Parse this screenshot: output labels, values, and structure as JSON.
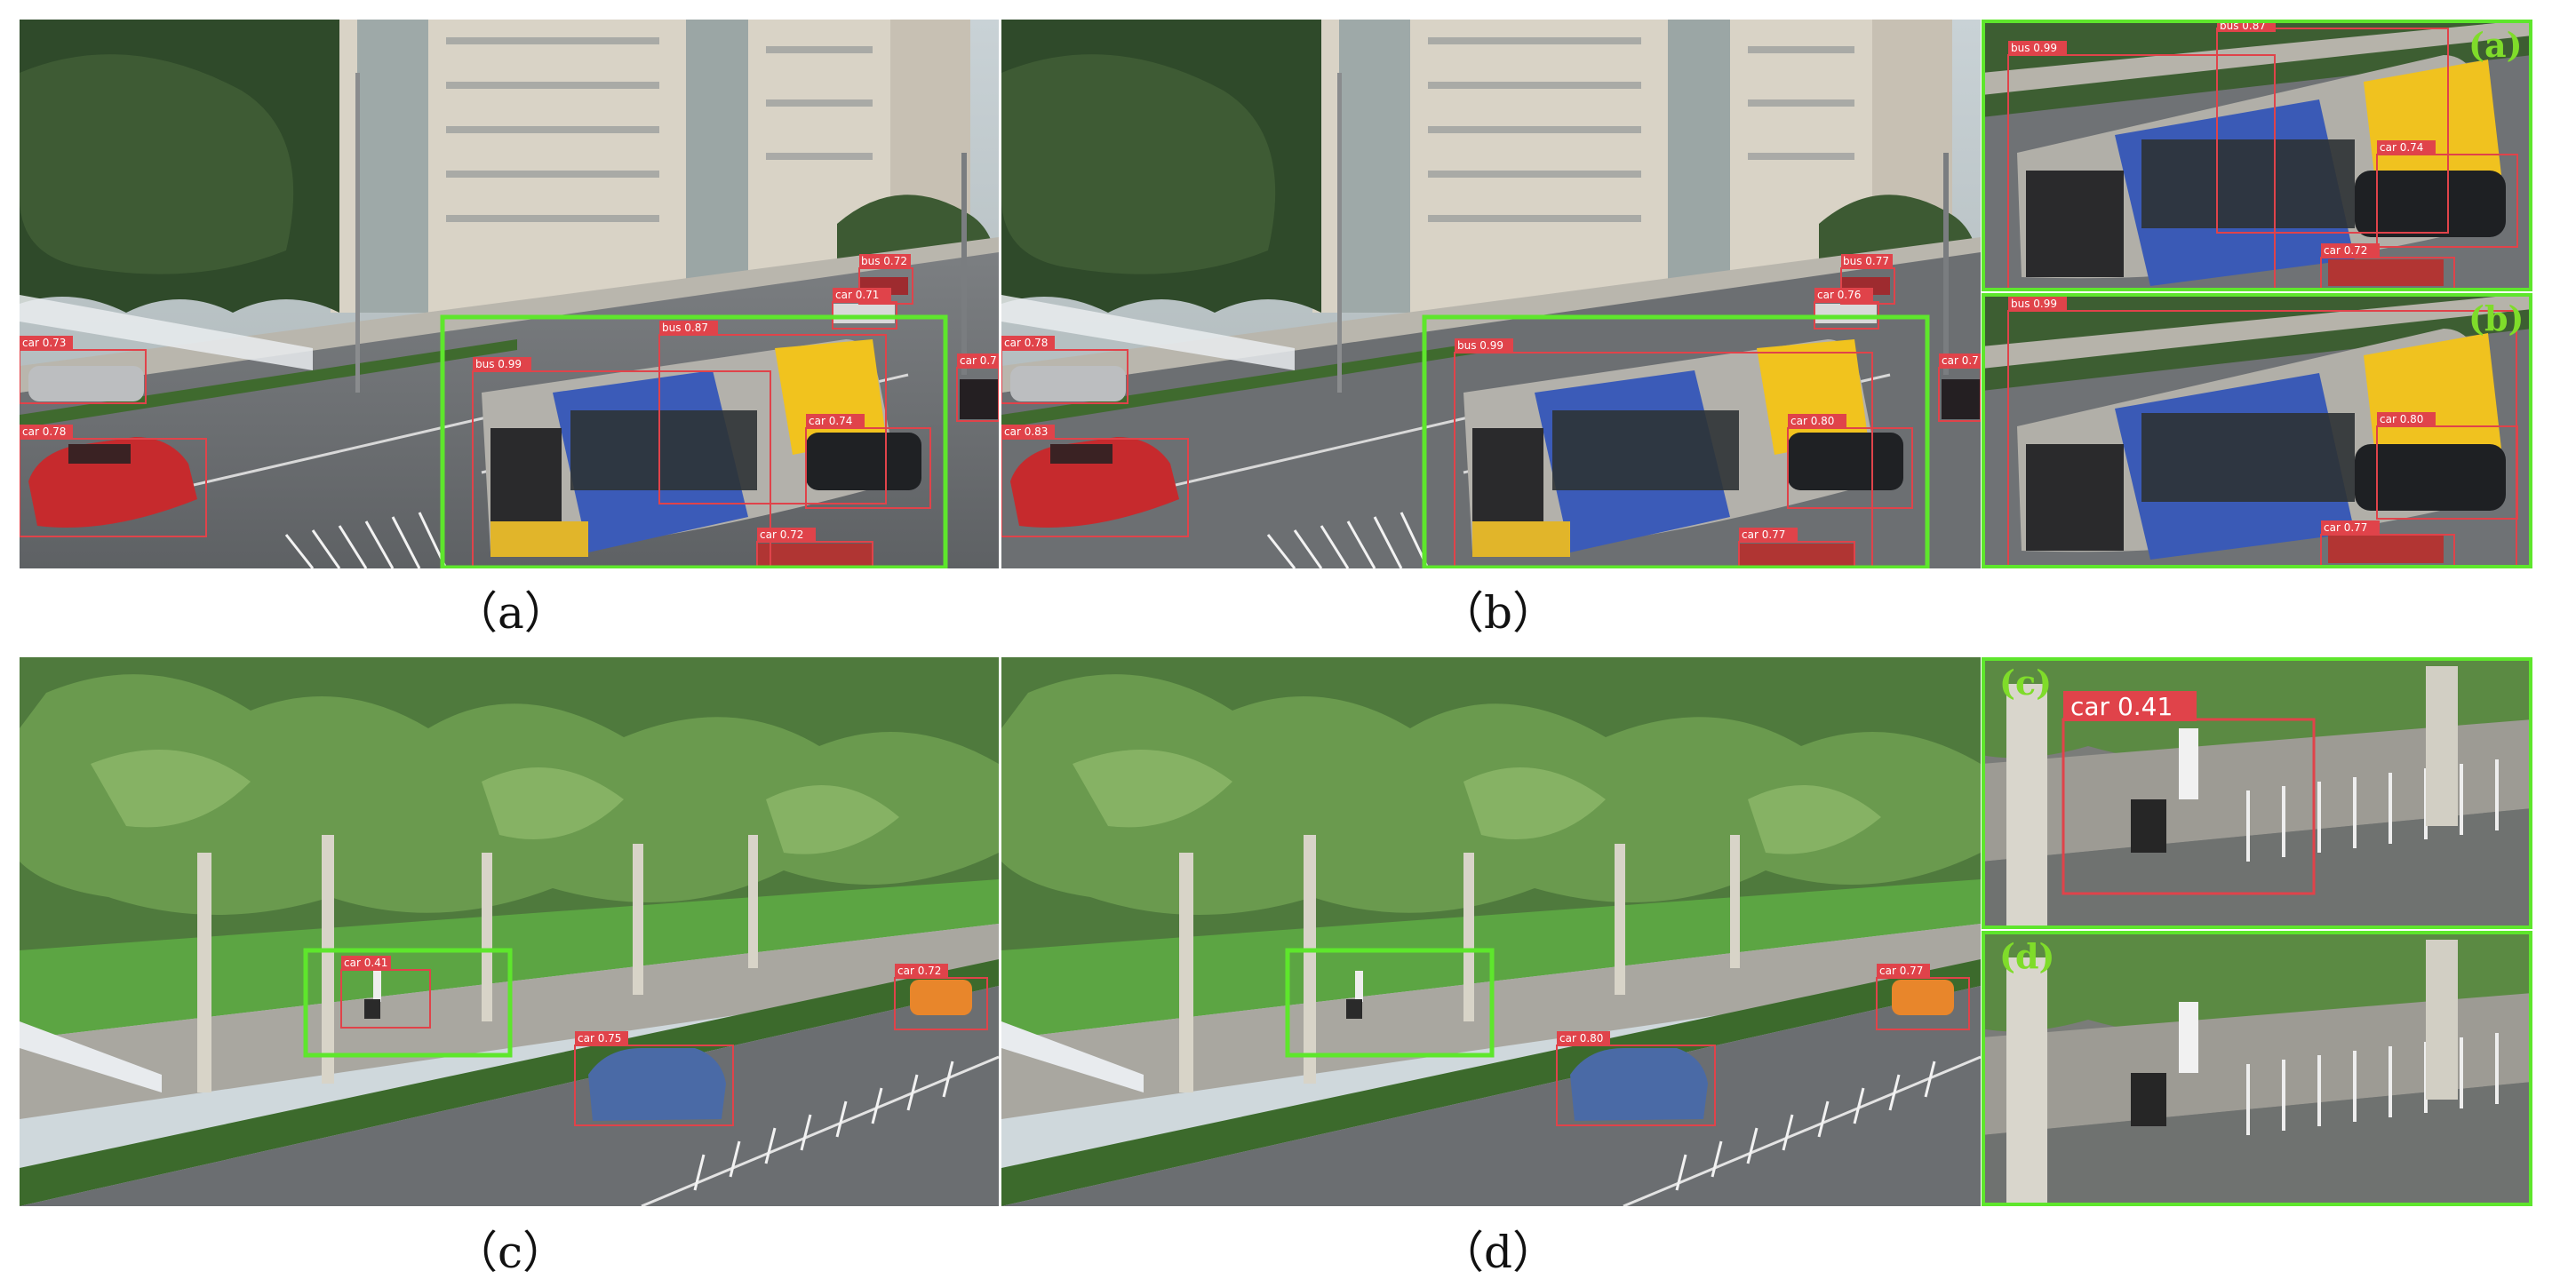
{
  "captions": {
    "a": "（a）",
    "b": "（b）",
    "c": "（c）",
    "d": "（d）"
  },
  "zoom_labels": {
    "a": "(a)",
    "b": "(b)",
    "c": "(c)",
    "d": "(d)"
  },
  "detections": {
    "a_bus1": "bus 0.99",
    "a_bus2": "bus 0.87",
    "a_bus3": "bus 0.72",
    "a_car1": "car 0.74",
    "a_car2": "car 0.72",
    "a_car3": "car 0.71",
    "a_car4": "car 0.73",
    "a_car5": "car 0.78",
    "a_car6": "car 0.7",
    "b_bus1": "bus 0.99",
    "b_bus3": "bus 0.77",
    "b_car1": "car 0.80",
    "b_car2": "car 0.77",
    "b_car3": "car 0.76",
    "b_car4": "car 0.78",
    "b_car5": "car 0.83",
    "b_car6": "car 0.7",
    "za_bus1": "bus 0.99",
    "za_bus2": "bus 0.87",
    "za_car1": "car 0.74",
    "za_car2": "car 0.72",
    "zb_bus1": "bus 0.99",
    "zb_car1": "car 0.80",
    "zb_car2": "car 0.77",
    "c_car1": "car 0.41",
    "c_car2": "car 0.72",
    "c_car3": "car 0.75",
    "d_car2": "car 0.77",
    "d_car3": "car 0.80",
    "zc_car1": "car 0.41"
  },
  "colors": {
    "detection_box": "#e0434a",
    "highlight_box": "#5ee62c",
    "zoom_label": "#7fdc2a"
  }
}
